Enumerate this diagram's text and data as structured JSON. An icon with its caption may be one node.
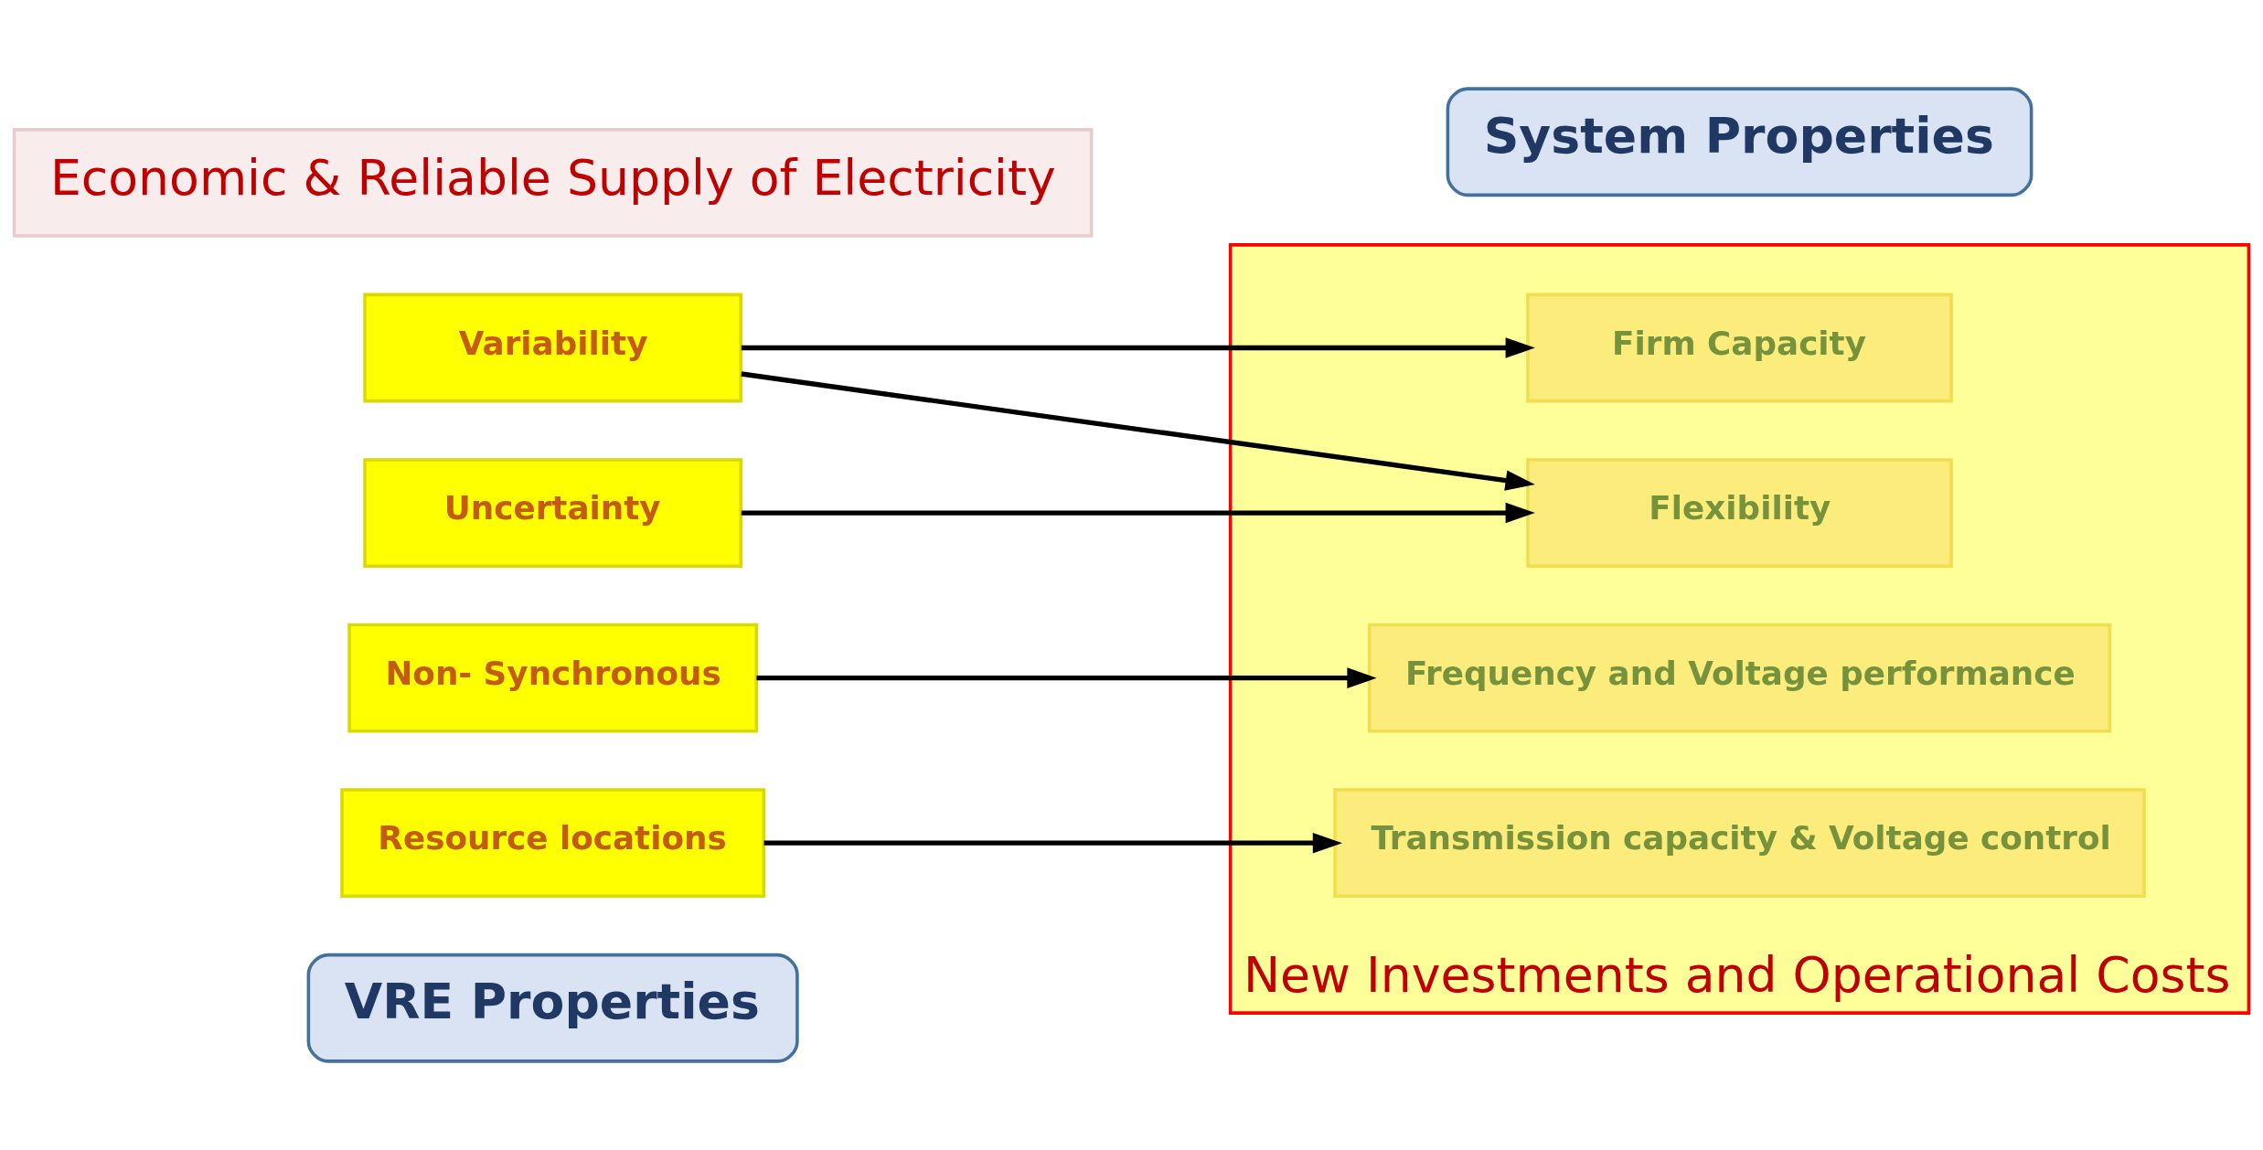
{
  "diagram": {
    "nodes": [
      {
        "text": [
          "VRE Properties"
        ]
      },
      {
        "text": [
          "Variability"
        ]
      },
      {
        "text": [
          "Uncertainty"
        ]
      },
      {
        "text": [
          "Non- Synchronous"
        ]
      },
      {
        "text": [
          "Resource locations"
        ]
      },
      {
        "text": [
          "System Properties"
        ]
      },
      {
        "text": [
          "New Investments and Operational Costs"
        ]
      },
      {
        "text": [
          "Firm Capacity"
        ],
        "in": 6
      },
      {
        "text": [
          "Flexibility"
        ],
        "in": 6
      },
      {
        "text": [
          "Frequency and Voltage performance"
        ],
        "in": 6
      },
      {
        "text": [
          "Transmission capacity & Voltage control"
        ],
        "in": 6
      },
      {
        "text": [
          "Economic & Reliable Supply of Electricity"
        ]
      }
    ],
    "edges": [
      {
        "from": 1,
        "to": 7,
        "arrow": "to"
      },
      {
        "from": 1,
        "to": 8,
        "arrow": "to"
      },
      {
        "from": 2,
        "to": 8,
        "arrow": "to"
      },
      {
        "from": 3,
        "to": 9,
        "arrow": "to"
      },
      {
        "from": 4,
        "to": 10,
        "arrow": "to"
      }
    ]
  }
}
